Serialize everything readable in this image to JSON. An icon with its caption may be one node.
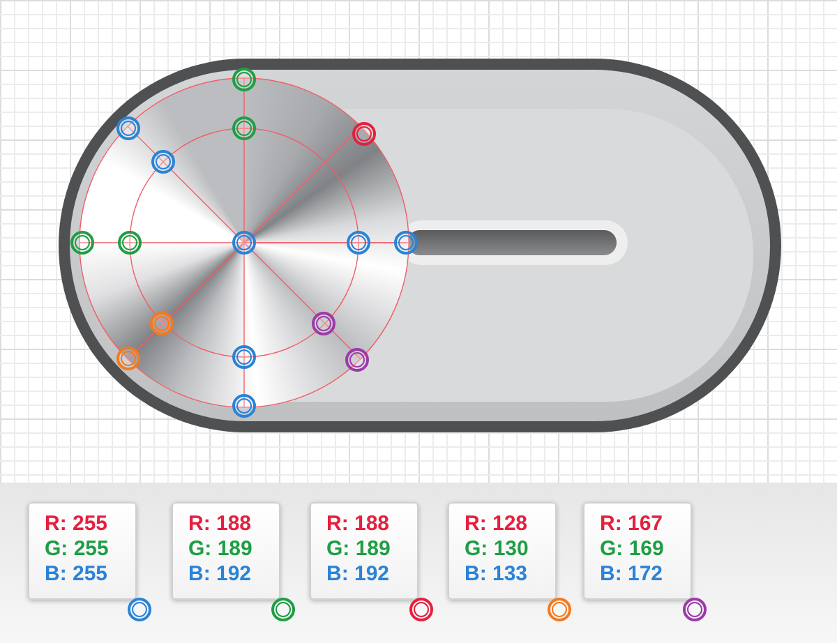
{
  "diagram": {
    "nodes": [
      {
        "text": [
          "R: 255",
          "G: 255",
          "B: 255"
        ]
      },
      {
        "text": [
          "R: 188",
          "G: 189",
          "B: 192"
        ]
      },
      {
        "text": [
          "R: 188",
          "G: 189",
          "B: 192"
        ]
      },
      {
        "text": [
          "R: 128",
          "G: 130",
          "B: 133"
        ]
      },
      {
        "text": [
          "R: 167",
          "G: 169",
          "B: 172"
        ]
      }
    ]
  }
}
